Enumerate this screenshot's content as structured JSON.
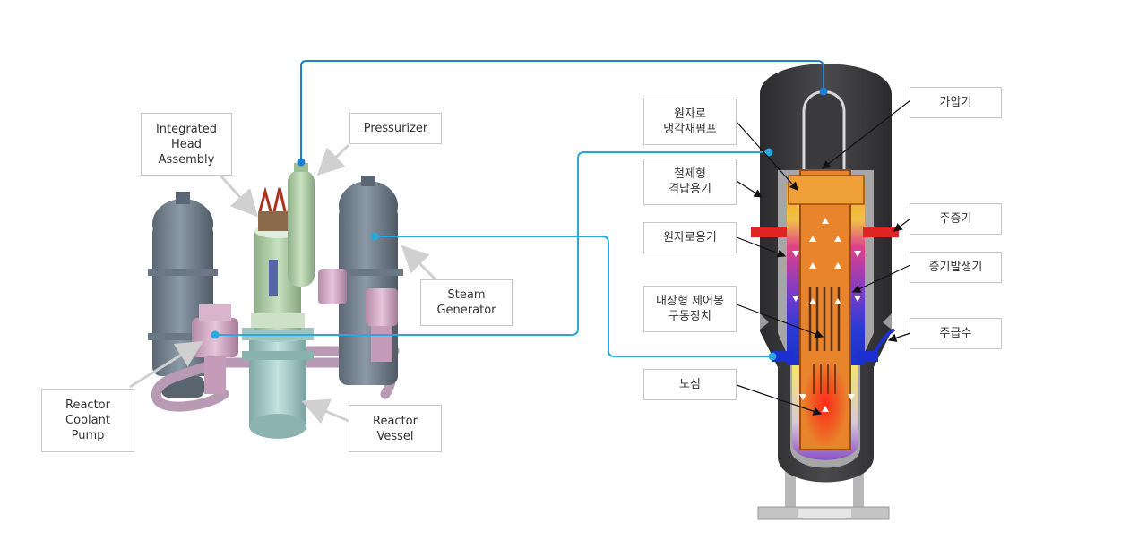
{
  "colors": {
    "connector_blue": "#1f7fd6",
    "connector_cyan": "#2aa8dc",
    "label_border": "#c8c8c8",
    "vessel_shell": "#3c3c3e",
    "core_orange": "#e8842c",
    "core_red": "#e03022"
  },
  "left_diagram": {
    "labels": {
      "integrated_head": "Integrated\nHead\nAssembly",
      "pressurizer": "Pressurizer",
      "steam_generator": "Steam\nGenerator",
      "reactor_coolant_pump": "Reactor\nCoolant\nPump",
      "reactor_vessel": "Reactor\nVessel"
    }
  },
  "right_diagram": {
    "labels": {
      "rcp": "원자로\n냉각재펌프",
      "steel_containment": "철제형\n격납용기",
      "reactor_vessel": "원자로용기",
      "in_vessel_crdm": "내장형 제어봉\n구동장치",
      "core": "노심",
      "pressurizer": "가압기",
      "main_steam": "주증기",
      "steam_generator": "증기발생기",
      "feedwater": "주급수"
    }
  }
}
